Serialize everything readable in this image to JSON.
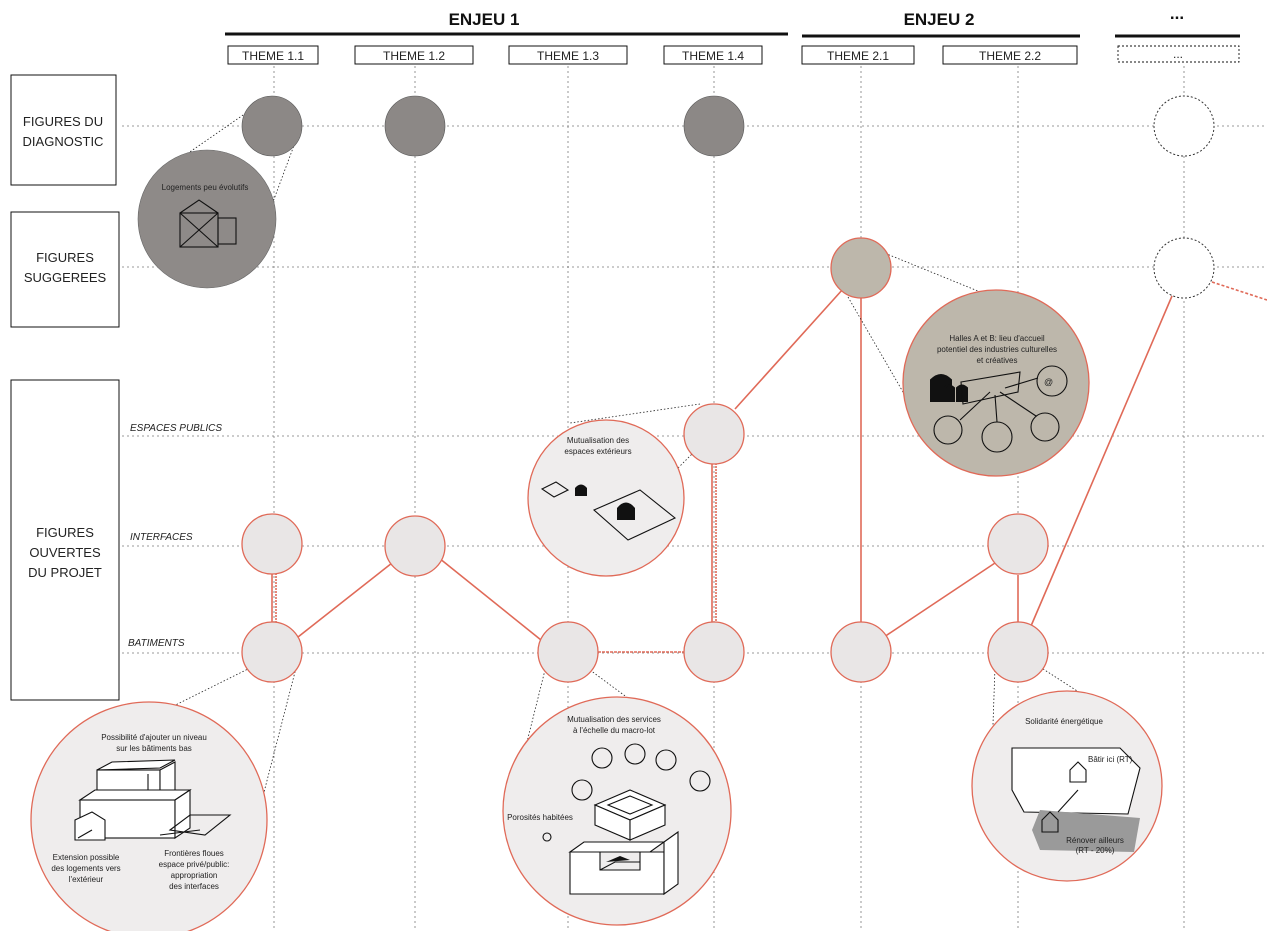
{
  "enjeux": {
    "enjeu1": "ENJEU 1",
    "enjeu2": "ENJEU 2",
    "enjeu3": "..."
  },
  "themes": {
    "t11": "THEME 1.1",
    "t12": "THEME 1.2",
    "t13": "THEME 1.3",
    "t14": "THEME 1.4",
    "t21": "THEME 2.1",
    "t22": "THEME 2.2",
    "t3": "..."
  },
  "rows": {
    "diagnostic": [
      "FIGURES DU",
      "DIAGNOSTIC"
    ],
    "suggerees": [
      "FIGURES",
      "SUGGEREES"
    ],
    "ouvertes": [
      "FIGURES",
      "OUVERTES",
      "DU PROJET"
    ]
  },
  "sublevels": {
    "espaces_publics": "ESPACES PUBLICS",
    "interfaces": "INTERFACES",
    "batiments": "BATIMENTS"
  },
  "annotations": {
    "logements": "Logements peu évolutifs",
    "halles": [
      "Halles A et B: lieu d'accueil",
      "potentiel des industries culturelles",
      "et créatives"
    ],
    "mutualisation_ext": [
      "Mutualisation des",
      "espaces extérieurs"
    ],
    "niveau": [
      "Possibilité d'ajouter un niveau",
      "sur les bâtiments bas"
    ],
    "extension": [
      "Extension possible",
      "des logements vers",
      "l'extérieur"
    ],
    "frontieres": [
      "Frontières floues",
      "espace privé/public:",
      "appropriation",
      "des interfaces"
    ],
    "services": [
      "Mutualisation des services",
      "à l'échelle du macro-lot"
    ],
    "porosites": "Porosités habitées",
    "solidarite": "Solidarité énergétique",
    "batir": "Bâtir ici (RT)",
    "renover": [
      "Rénover ailleurs",
      "(RT - 20%)"
    ]
  },
  "colors": {
    "link": "#e06a58",
    "diagnostic_fill": "#8c8886",
    "suggested_fill": "#bdb7ab",
    "node_fill": "#e9e6e6"
  }
}
